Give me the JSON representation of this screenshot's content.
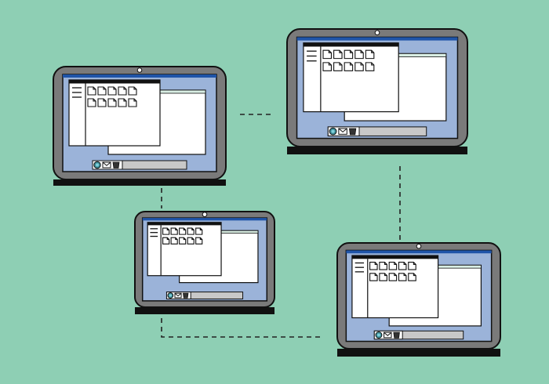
{
  "colors": {
    "background": "#8ecfb4",
    "laptop_body": "#7a7a7a",
    "laptop_base": "#111111",
    "screen_background": "#9bb3d9",
    "title_bar": "#1f54a8",
    "window": "#ffffff",
    "back_window_title": "#d9eee4",
    "outline": "#111111",
    "taskbar_field": "#c8c8c8",
    "connector": "#222222"
  },
  "laptops": [
    {
      "id": "laptop-top-left",
      "icons": {
        "round": "app-icon",
        "mail": "mail-icon",
        "trash": "trash-icon"
      }
    },
    {
      "id": "laptop-top-right",
      "icons": {
        "round": "app-icon",
        "mail": "mail-icon",
        "trash": "trash-icon"
      }
    },
    {
      "id": "laptop-bottom-left",
      "icons": {
        "round": "app-icon",
        "mail": "mail-icon",
        "trash": "trash-icon"
      }
    },
    {
      "id": "laptop-bottom-right",
      "icons": {
        "round": "app-icon",
        "mail": "mail-icon",
        "trash": "trash-icon"
      }
    }
  ],
  "window_contents": {
    "sidebar_lines": 3,
    "file_icons_per_row": 5,
    "file_rows": 2,
    "file_icon": "file-icon"
  },
  "connections": [
    {
      "from": "laptop-top-left",
      "to": "laptop-top-right",
      "style": "dashed"
    },
    {
      "from": "laptop-top-left",
      "to": "laptop-bottom-left",
      "style": "dashed"
    },
    {
      "from": "laptop-top-right",
      "to": "laptop-bottom-right",
      "style": "dashed"
    },
    {
      "from": "laptop-bottom-left",
      "to": "laptop-bottom-right",
      "style": "dashed"
    }
  ]
}
